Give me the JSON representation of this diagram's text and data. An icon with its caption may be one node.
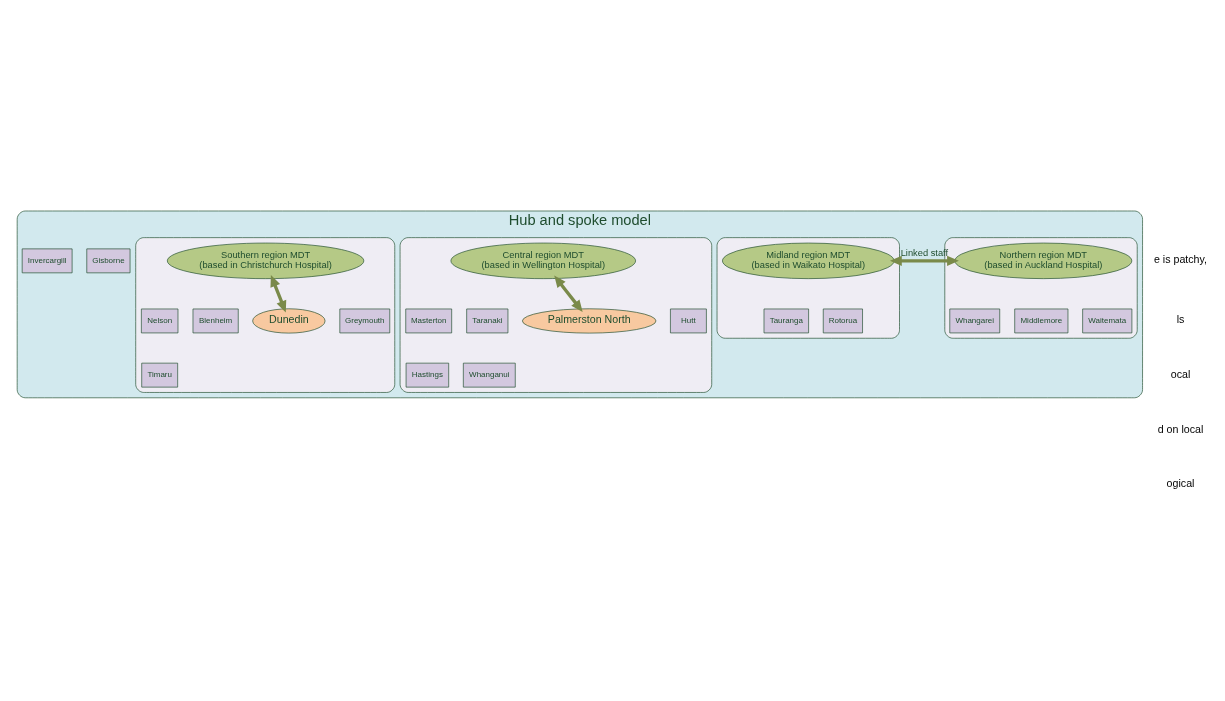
{
  "diagram": {
    "nodes": [
      {
        "text": [
          "Hub and spoke model"
        ]
      },
      {
        "text": [],
        "shape": "ellipse",
        "in": 0
      },
      {
        "text": [
          "Northern region MDT",
          "(based in Auckland Hospital)"
        ],
        "in": 1
      },
      {
        "text": [
          "Whangarei"
        ],
        "in": 1
      },
      {
        "text": [
          "Middlemore"
        ],
        "in": 1
      },
      {
        "text": [
          "Waitemata"
        ],
        "in": 1
      },
      {
        "text": [],
        "shape": "ellipse",
        "in": 0
      },
      {
        "text": [
          "Midland region MDT",
          "(based in Waikato Hospital)"
        ],
        "in": 6
      },
      {
        "text": [
          "Tauranga"
        ],
        "in": 6
      },
      {
        "text": [
          "Rotorua"
        ],
        "in": 6
      },
      {
        "text": [],
        "shape": "ellipse",
        "in": 0
      },
      {
        "text": [
          "Central region MDT",
          "(based in Wellington Hospital)"
        ],
        "in": 10
      },
      {
        "text": [
          "Masterton"
        ],
        "in": 10
      },
      {
        "text": [
          "Taranaki"
        ],
        "in": 10
      },
      {
        "text": [
          "Gisborne"
        ],
        "in": 0
      },
      {
        "text": [
          "Palmerston North"
        ],
        "in": 10
      },
      {
        "text": [
          "Hutt"
        ],
        "in": 10
      },
      {
        "text": [
          "Hastings"
        ],
        "in": 10
      },
      {
        "text": [
          "Whanganui"
        ],
        "in": 10
      },
      {
        "text": [],
        "shape": "ellipse",
        "in": 0
      },
      {
        "text": [
          "Southern region MDT",
          "(based in Christchurch Hospital)"
        ],
        "in": 19
      },
      {
        "text": [
          "Nelson"
        ],
        "in": 19
      },
      {
        "text": [
          "Blenheim"
        ],
        "in": 19
      },
      {
        "text": [
          "Dunedin"
        ],
        "in": 19
      },
      {
        "text": [
          "Greymouth"
        ],
        "in": 19
      },
      {
        "text": [
          "Invercargill"
        ],
        "in": 0
      },
      {
        "text": [
          "Timaru"
        ],
        "in": 19
      }
    ],
    "edges": [
      {
        "from": 2,
        "to": 7,
        "arrow": "both",
        "label": "Linked staff"
      },
      {
        "from": 11,
        "to": 15,
        "arrow": "both"
      },
      {
        "from": 20,
        "to": 23,
        "arrow": "both"
      }
    ],
    "labels": [
      "e is patchy,",
      "ls",
      "ocal",
      "d on local",
      "ogical"
    ]
  }
}
